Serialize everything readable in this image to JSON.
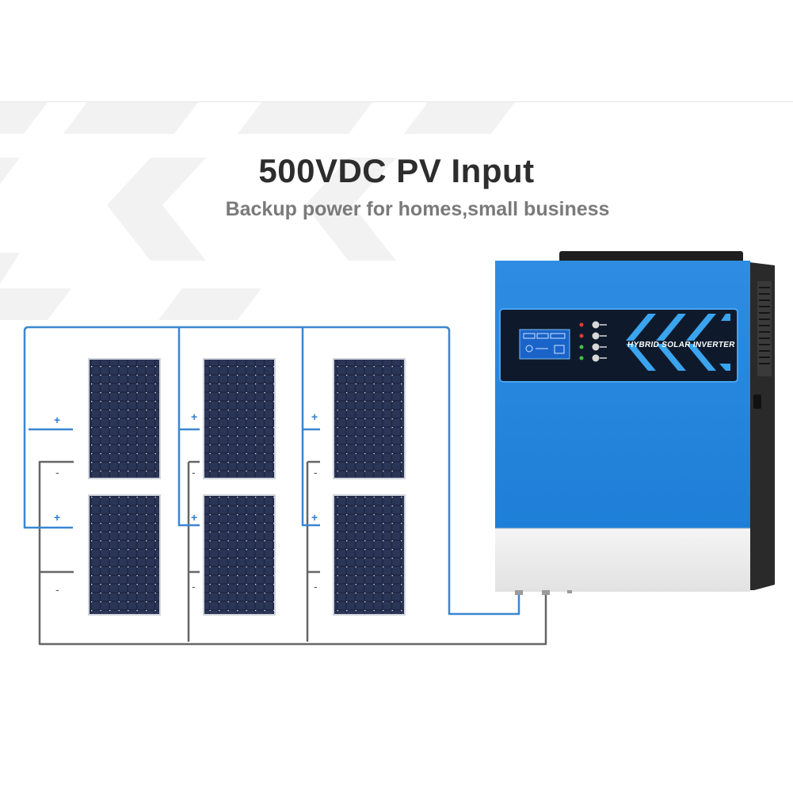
{
  "header": {
    "title": "500VDC PV Input",
    "subtitle": "Backup power for homes,small business"
  },
  "diagram": {
    "panel_terminal_plus": "+",
    "panel_terminal_minus": "-",
    "panel_columns": 3,
    "panel_rows": 2,
    "inverter_label": "HYBRID SOLAR INVERTER"
  },
  "colors": {
    "positive_wire": "#3a86d1",
    "negative_wire": "#666666",
    "inverter_body": "#1f82de",
    "panel_cell": "#1f2744",
    "title_text": "#2d2d2d",
    "subtitle_text": "#7a7a7a"
  }
}
